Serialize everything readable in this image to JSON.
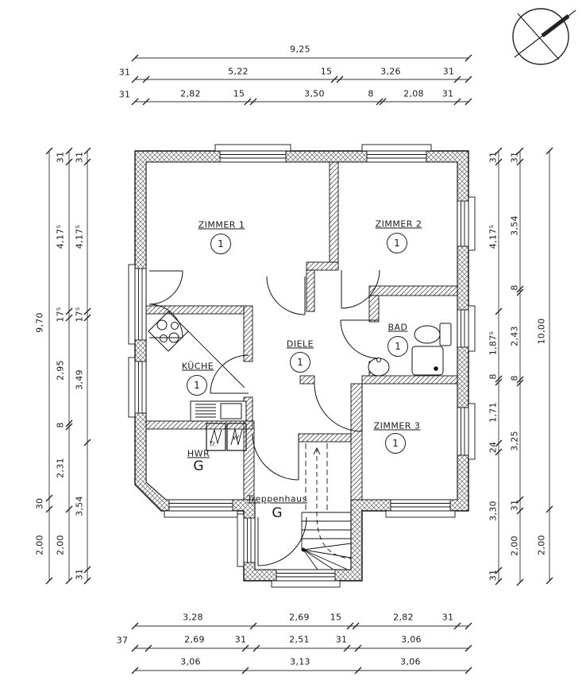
{
  "icons": {
    "compass": "north-arrow"
  },
  "rooms": {
    "zimmer1": {
      "name": "ZIMMER 1",
      "number": "1"
    },
    "zimmer2": {
      "name": "ZIMMER 2",
      "number": "1"
    },
    "kueche": {
      "name": "KÜCHE",
      "number": "1"
    },
    "diele": {
      "name": "DIELE",
      "number": "1"
    },
    "bad": {
      "name": "BAD",
      "number": "1"
    },
    "zimmer3": {
      "name": "ZIMMER 3",
      "number": "1"
    },
    "hwr": {
      "name": "HWR",
      "floor": "G"
    },
    "treppenhaus": {
      "name": "Treppenhaus",
      "floor": "G"
    }
  },
  "appliances": {
    "dryer": "Tr.",
    "washer": "W"
  },
  "dims": {
    "top": {
      "row1": [
        "9,25"
      ],
      "row2": [
        "31",
        "5,22",
        "15",
        "3,26",
        "31"
      ],
      "row3": [
        "31",
        "2,82",
        "15",
        "3,50",
        "8",
        "2,08",
        "31"
      ]
    },
    "bottom": {
      "row1": [
        "3,28",
        "2,69",
        "15",
        "2,82",
        "31"
      ],
      "row2": [
        "37",
        "2,69",
        "31",
        "2,51",
        "31",
        "3,06"
      ],
      "row3": [
        "3,06",
        "3,13",
        "3,06"
      ]
    },
    "left": {
      "outer": [
        "9,70",
        "30",
        "2,00"
      ],
      "middle": [
        "31",
        "4,17⁵",
        "17⁵",
        "2,95",
        "8",
        "2,31",
        "2,00"
      ],
      "inner": [
        "31",
        "4,17⁵",
        "17⁵",
        "3,49",
        "3,54",
        "31"
      ]
    },
    "right": {
      "inner": [
        "31",
        "4,17⁵",
        "1,87⁵",
        "8",
        "1,71",
        "24",
        "3,30",
        "31"
      ],
      "middle": [
        "31",
        "3,54",
        "8",
        "2,43",
        "8",
        "3,25",
        "31",
        "2,00"
      ],
      "outer": [
        "10,00",
        "2,00"
      ]
    }
  }
}
